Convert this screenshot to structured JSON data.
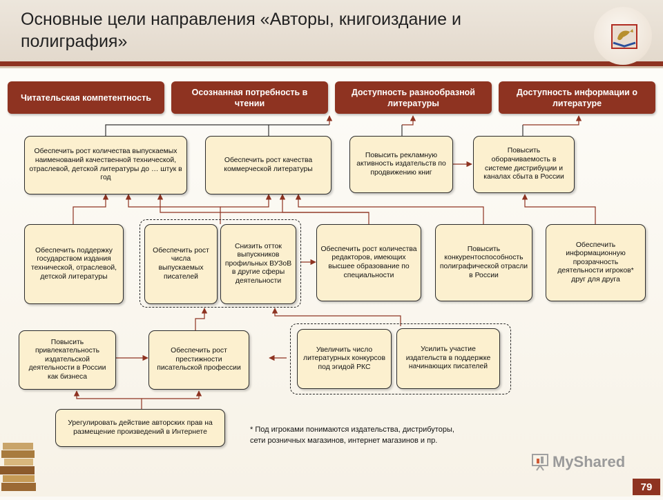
{
  "title": "Основные цели направления «Авторы, книгоиздание и полиграфия»",
  "goals": [
    "Читательская компетентность",
    "Осознанная потребность в чтении",
    "Доступность разнообразной литературы",
    "Доступность информации о литературе"
  ],
  "tasks": [
    "Обеспечить рост количества выпускаемых наименований качественной технической, отраслевой, детской литературы до … штук в год",
    "Обеспечить рост качества коммерческой литературы",
    "Повысить рекламную активность издательств по продвижению книг",
    "Повысить оборачиваемость в системе дистрибуции и каналах сбыта в России",
    "Обеспечить поддержку государством издания технической, отраслевой, детской литературы",
    "Обеспечить рост числа выпускаемых писателей",
    "Снизить отток выпускников профильных ВУЗоВ в другие сферы деятельности",
    "Обеспечить рост количества редакторов, имеющих высшее образование по специальности",
    "Повысить конкурентоспособность полиграфической отрасли в России",
    "Обеспечить информационную прозрачность деятельности игроков* друг для друга",
    "Повысить привлекательность издательской деятельности в России как бизнеса",
    "Обеспечить рост престижности писательской профессии",
    "Увеличить число литературных конкурсов под эгидой РКС",
    "Усилить участие издательств в поддержке начинающих писателей",
    "Урегулировать действие авторских прав на размещение произведений в Интернете"
  ],
  "note_lines": [
    "* Под игроками понимаются издательства, дистрибуторы,",
    "сети розничных магазинов, интернет магазинов и пр."
  ],
  "watermark": "MyShared",
  "page_number": "79",
  "colors": {
    "accent": "#8e3321",
    "box_fill": "#fcf0cf",
    "arrow": "#8e3321"
  }
}
